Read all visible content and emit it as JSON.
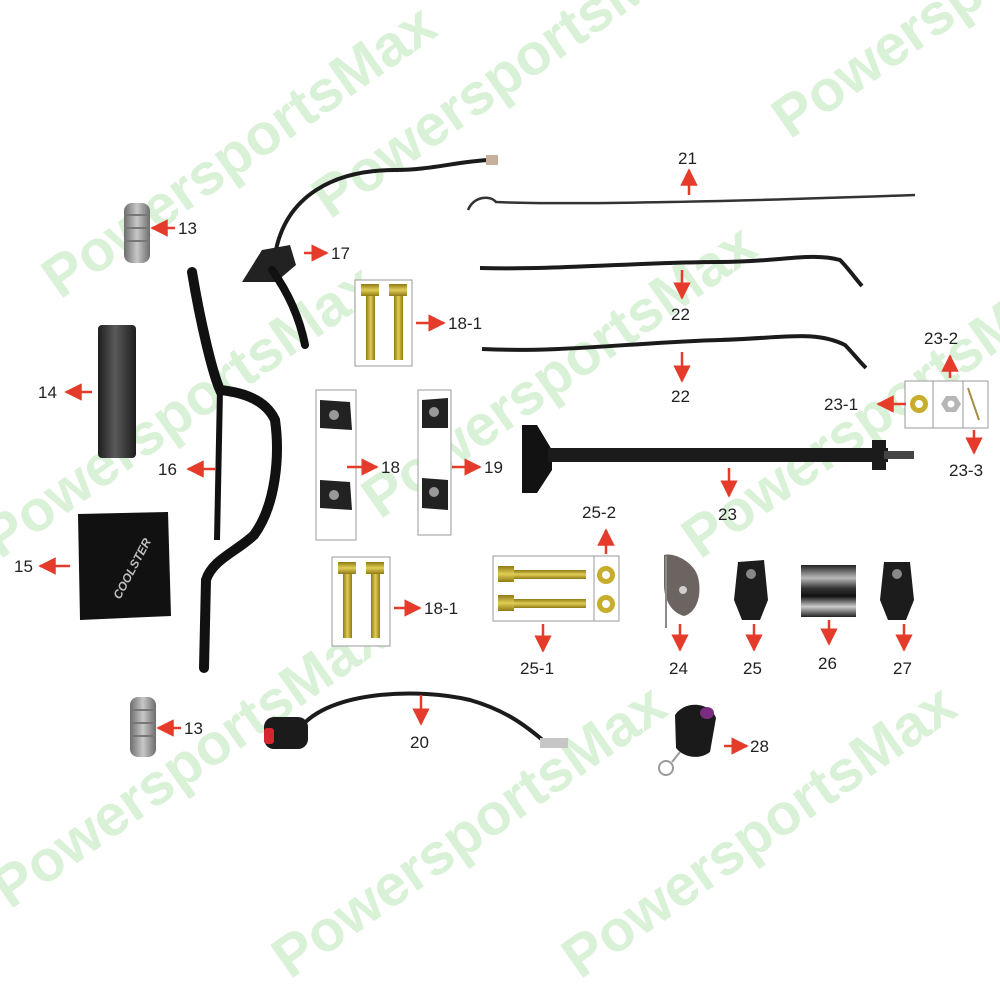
{
  "watermark": {
    "text": "PowersportsMax",
    "color": "#c9ecc6"
  },
  "arrow_color": "#e53b2a",
  "brand_text": "COOLSTER",
  "callouts": [
    {
      "id": "13-top",
      "label": "13",
      "part": "handlebar-grip"
    },
    {
      "id": "13-bottom",
      "label": "13",
      "part": "handlebar-grip"
    },
    {
      "id": "14",
      "label": "14",
      "part": "handlebar-foam-pad"
    },
    {
      "id": "15",
      "label": "15",
      "part": "handlebar-cover"
    },
    {
      "id": "16",
      "label": "16",
      "part": "handlebar"
    },
    {
      "id": "17",
      "label": "17",
      "part": "brake-lever"
    },
    {
      "id": "18-1-top",
      "label": "18-1",
      "part": "bolt"
    },
    {
      "id": "18",
      "label": "18",
      "part": "handlebar-clamp"
    },
    {
      "id": "19",
      "label": "19",
      "part": "handlebar-clamp"
    },
    {
      "id": "18-1-bottom",
      "label": "18-1",
      "part": "bolt"
    },
    {
      "id": "20",
      "label": "20",
      "part": "switch-assembly"
    },
    {
      "id": "21",
      "label": "21",
      "part": "throttle-cable"
    },
    {
      "id": "22-a",
      "label": "22",
      "part": "brake-cable"
    },
    {
      "id": "22-b",
      "label": "22",
      "part": "brake-cable"
    },
    {
      "id": "23-2",
      "label": "23-2",
      "part": "nut"
    },
    {
      "id": "23-1",
      "label": "23-1",
      "part": "washer"
    },
    {
      "id": "23-3",
      "label": "23-3",
      "part": "cotter-pin"
    },
    {
      "id": "23",
      "label": "23",
      "part": "steering-stem"
    },
    {
      "id": "25-2",
      "label": "25-2",
      "part": "washer"
    },
    {
      "id": "25-1",
      "label": "25-1",
      "part": "bolt"
    },
    {
      "id": "24",
      "label": "24",
      "part": "bracket"
    },
    {
      "id": "25",
      "label": "25",
      "part": "clamp"
    },
    {
      "id": "26",
      "label": "26",
      "part": "bushing"
    },
    {
      "id": "27",
      "label": "27",
      "part": "clamp"
    },
    {
      "id": "28",
      "label": "28",
      "part": "key-fob"
    }
  ]
}
